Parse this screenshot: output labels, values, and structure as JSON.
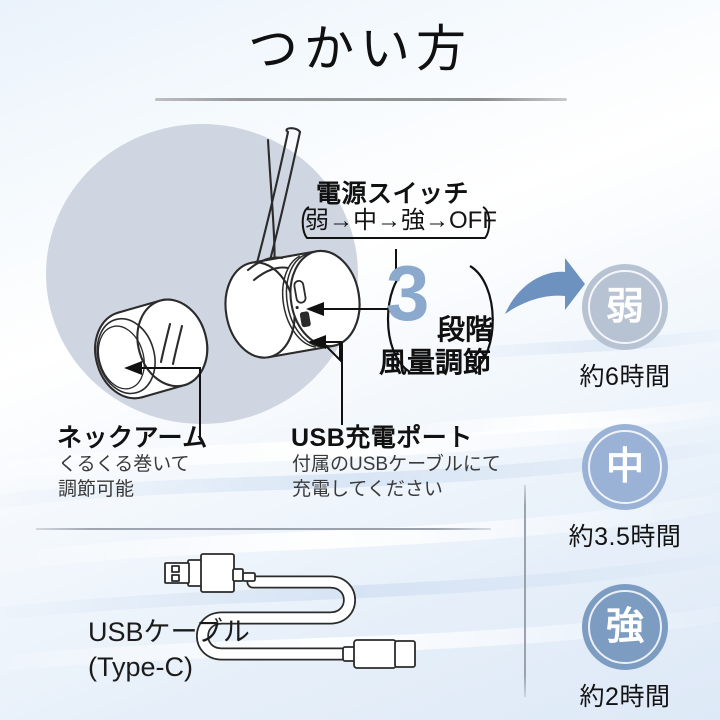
{
  "header": {
    "title": "つかい方"
  },
  "device_section": {
    "power_switch": {
      "title": "電源スイッチ",
      "sequence": "弱→中→強→OFF"
    },
    "fan_badge": {
      "number": "3",
      "unit": "段階",
      "caption": "風量調節"
    },
    "callouts": [
      {
        "name": "neck-arm",
        "title": "ネックアーム",
        "description_line1": "くるくる巻いて",
        "description_line2": "調節可能"
      },
      {
        "name": "usb-port",
        "title": "USB充電ポート",
        "description_line1": "付属のUSBケーブルにて",
        "description_line2": "充電してください"
      }
    ]
  },
  "cable_section": {
    "label_line1": "USBケーブル",
    "label_line2": "(Type-C)"
  },
  "modes": [
    {
      "glyph": "弱",
      "time": "約6時間",
      "color": "#b7c2d3"
    },
    {
      "glyph": "中",
      "time": "約3.5時間",
      "color": "#9ab2d6"
    },
    {
      "glyph": "強",
      "time": "約2時間",
      "color": "#7d9cc2"
    }
  ],
  "colors": {
    "accent_blue": "#5d86b8",
    "badge_blue": "#8aa9cd",
    "disc_gray": "#ccd3de",
    "line_gray": "#9aa2ad"
  }
}
